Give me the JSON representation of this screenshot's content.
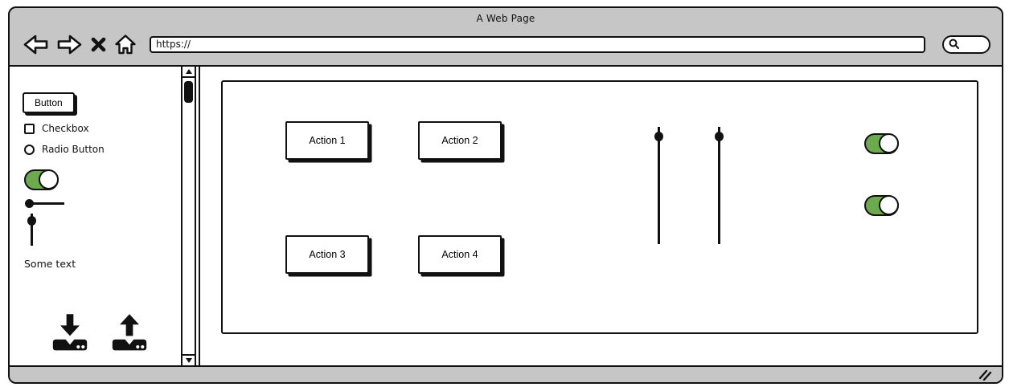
{
  "window": {
    "title": "A Web Page"
  },
  "toolbar": {
    "back_icon": "arrow-left",
    "forward_icon": "arrow-right",
    "close_icon": "x-mark",
    "home_icon": "house",
    "url": {
      "value": "https://"
    },
    "search": {
      "icon": "magnifier",
      "value": ""
    }
  },
  "sidebar": {
    "button_label": "Button",
    "checkbox": {
      "label": "Checkbox",
      "checked": false
    },
    "radio": {
      "label": "Radio Button",
      "selected": false
    },
    "toggle": {
      "state": "on"
    },
    "horizontal_slider": {
      "knob_position": "left"
    },
    "vertical_slider": {
      "knob_position": "top"
    },
    "text": "Some text",
    "download_icon": "hard-drive-download",
    "upload_icon": "hard-drive-upload"
  },
  "scrollbar": {
    "orientation": "vertical",
    "thumb_position": "top"
  },
  "main": {
    "actions": [
      {
        "label": "Action 1"
      },
      {
        "label": "Action 2"
      },
      {
        "label": "Action 3"
      },
      {
        "label": "Action 4"
      }
    ],
    "vertical_sliders": [
      {
        "knob_position": "top"
      },
      {
        "knob_position": "top"
      }
    ],
    "toggles": [
      {
        "state": "on"
      },
      {
        "state": "on"
      }
    ]
  },
  "colors": {
    "chrome_gray": "#c6c6c6",
    "ink": "#111111",
    "toggle_green": "#6da94f",
    "surface": "#ffffff"
  }
}
